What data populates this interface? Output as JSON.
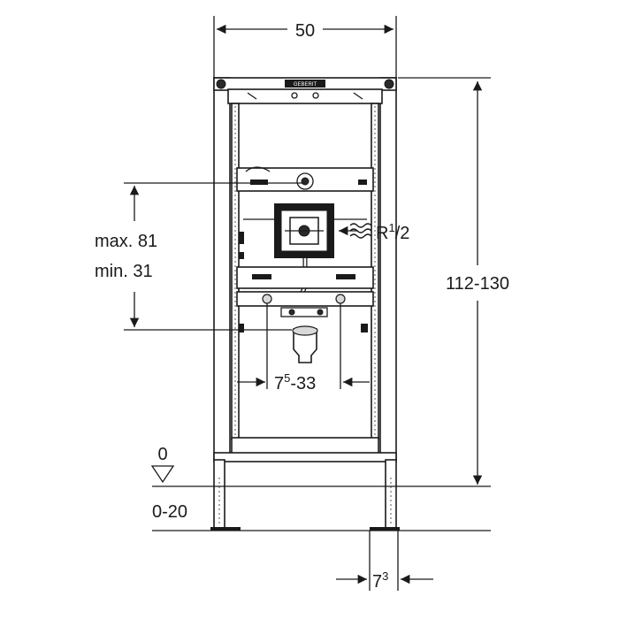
{
  "dimensions": {
    "width": "50",
    "height": "112-130",
    "connection_label": "R",
    "connection_sup": "1",
    "connection_sub": "/2",
    "height_max": "max. 81",
    "height_min": "min.  31",
    "spacing_main": "7",
    "spacing_sup": "5",
    "spacing_rest": "-33",
    "floor_level": "0",
    "floor_range": "0-20",
    "foot_main": "7",
    "foot_sup": "3"
  },
  "frame": {
    "label": "GEBERIT"
  }
}
